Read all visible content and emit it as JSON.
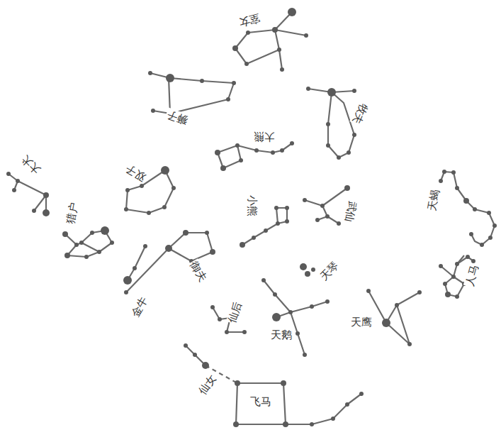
{
  "diagram": {
    "labels": [
      "室女",
      "狮子",
      "牧夫",
      "大熊",
      "双子",
      "大犬",
      "猎户",
      "小熊",
      "武仙",
      "天蝎",
      "金牛",
      "御夫",
      "天琴",
      "仙后",
      "天鹅",
      "天鹰",
      "人马",
      "仙女",
      "飞马"
    ]
  }
}
